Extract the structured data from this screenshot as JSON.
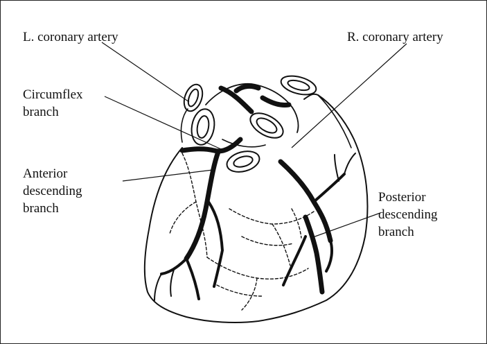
{
  "labels": {
    "l_coronary": "L. coronary artery",
    "r_coronary": "R. coronary artery",
    "circumflex": [
      "Circumflex",
      "branch"
    ],
    "anterior": [
      "Anterior",
      "descending",
      "branch"
    ],
    "posterior": [
      "Posterior",
      "descending",
      "branch"
    ]
  },
  "colors": {
    "ink": "#111111",
    "background": "#ffffff"
  }
}
